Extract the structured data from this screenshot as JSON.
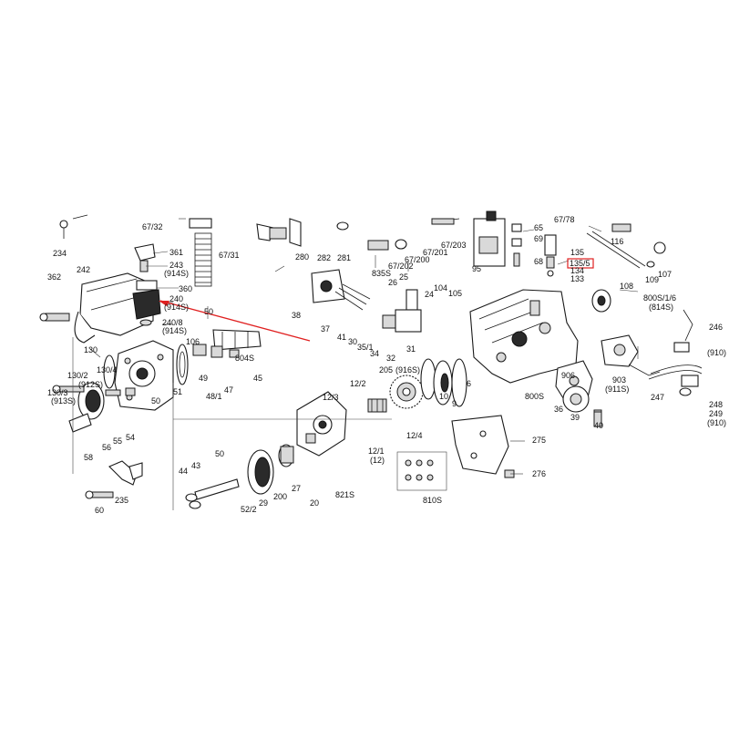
{
  "colors": {
    "ink": "#111111",
    "annotation": "#e02020",
    "background": "#ffffff"
  },
  "labels": [
    "234",
    "67/32",
    "361",
    "243",
    "(914S)",
    "67/31",
    "362",
    "242",
    "360",
    "240",
    "(914S)",
    "240/8",
    "(914S)",
    "50",
    "106",
    "130",
    "130/2",
    "(912S)",
    "130/4",
    "130/3",
    "(913S)",
    "55",
    "54",
    "56",
    "58",
    "235",
    "60",
    "50",
    "51",
    "49",
    "48/1",
    "47",
    "804S",
    "45",
    "44",
    "43",
    "50",
    "52/2",
    "29",
    "200",
    "27",
    "20",
    "821S",
    "12/3",
    "12/2",
    "205",
    "(916S)",
    "12/4",
    "12/1",
    "(12)",
    "10",
    "9",
    "6",
    "810S",
    "38",
    "37",
    "41",
    "35/1",
    "30",
    "34",
    "32",
    "31",
    "280",
    "282",
    "281",
    "26",
    "835S",
    "25",
    "24",
    "104",
    "105",
    "67/202",
    "67/200",
    "67/201",
    "67/203",
    "95",
    "65",
    "69",
    "68",
    "67/78",
    "116",
    "135",
    "135/5",
    "134",
    "133",
    "109",
    "107",
    "108",
    "800S/1/6",
    "(814S)",
    "246",
    "(910)",
    "903",
    "(911S)",
    "247",
    "248",
    "249",
    "(910)",
    "906",
    "36",
    "39",
    "40",
    "800S",
    "275",
    "276"
  ]
}
